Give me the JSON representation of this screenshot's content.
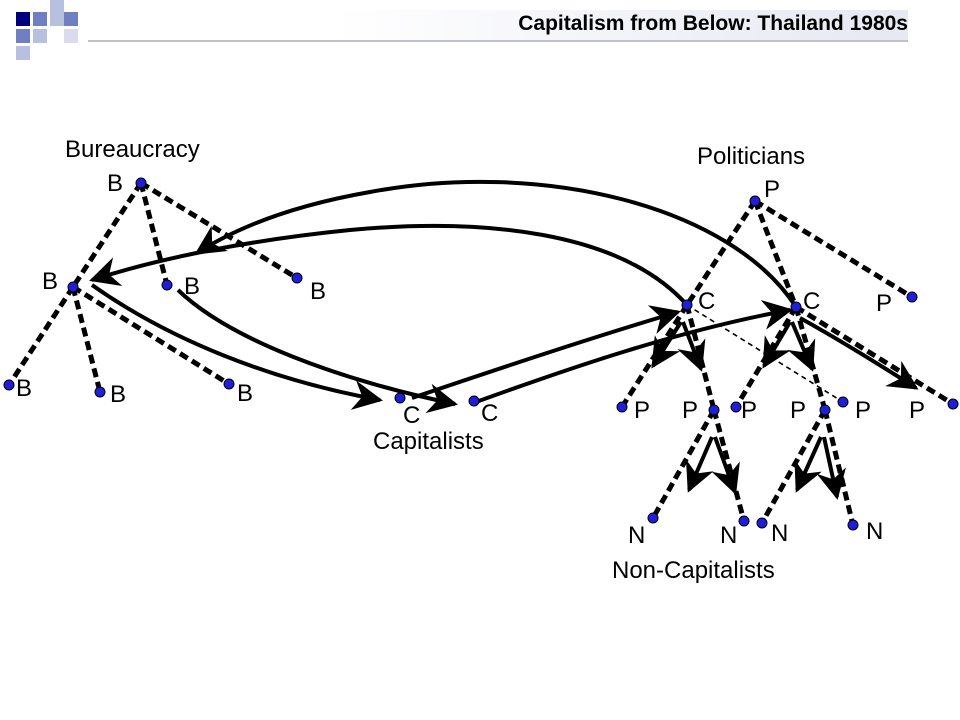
{
  "slide": {
    "title": "Capitalism from Below: Thailand 1980s",
    "accent_colors": [
      "#00007f",
      "#6f7fc2",
      "#b8c0e0"
    ],
    "dot_color": "#1f1fd9",
    "line_color": "#000000"
  },
  "diagram": {
    "groups": {
      "bureaucracy": "Bureaucracy",
      "politicians": "Politicians",
      "capitalists": "Capitalists",
      "non_capitalists": "Non-Capitalists"
    },
    "node_labels": {
      "b": "B",
      "c": "C",
      "p": "P",
      "n": "N"
    }
  }
}
